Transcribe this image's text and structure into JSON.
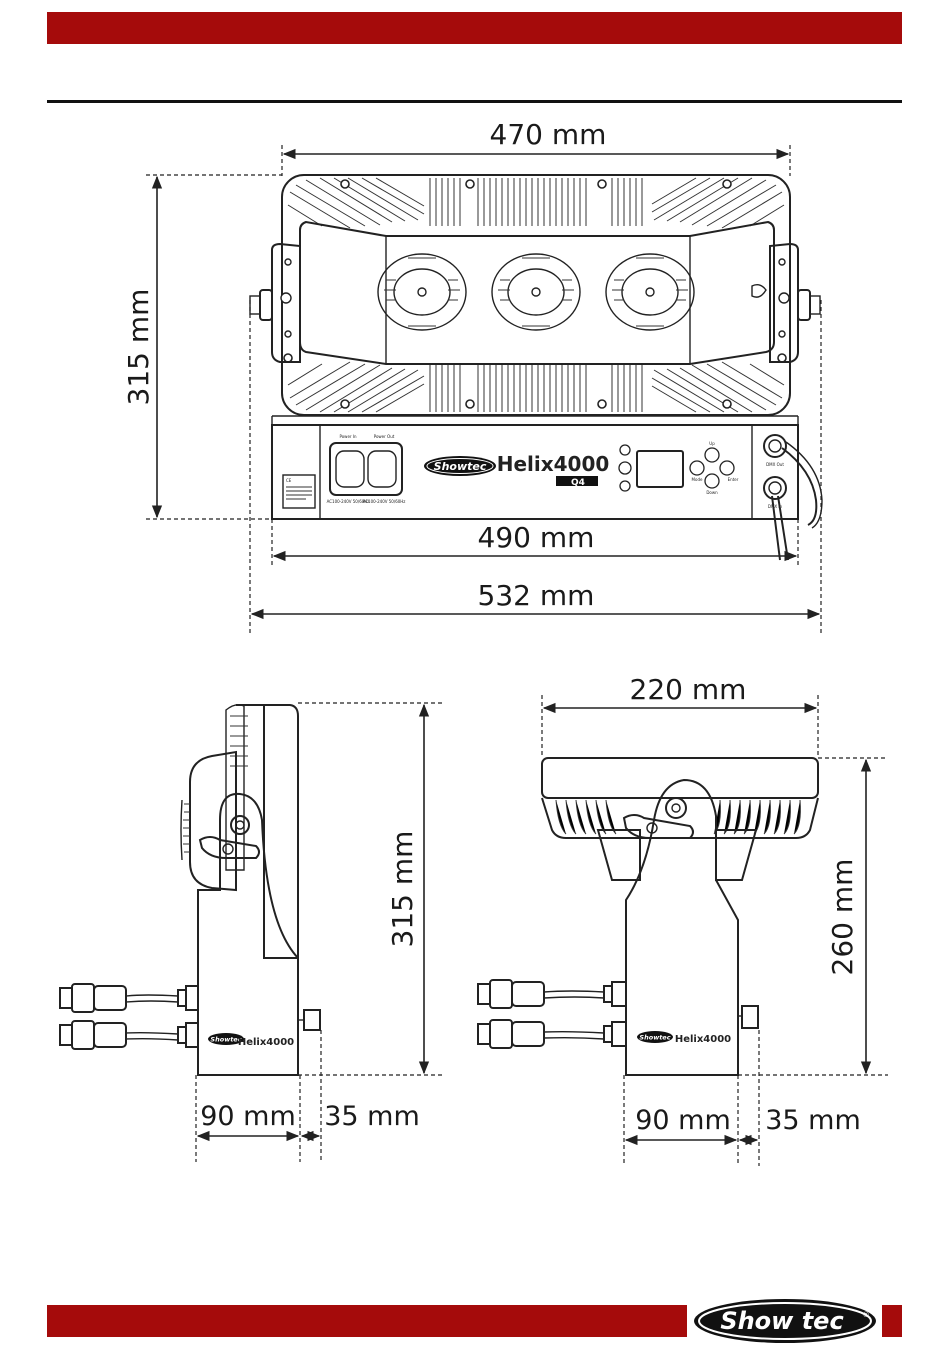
{
  "header": {
    "bar_color": "#a50b0b"
  },
  "footer": {
    "bar_color": "#a50b0b",
    "logo_text": "Show tec",
    "logo_mark": "®"
  },
  "front_view": {
    "width_top": "470 mm",
    "height": "315 mm",
    "width_body": "490 mm",
    "width_total": "532 mm",
    "panel": {
      "power_in_label": "Power In",
      "power_in_spec": "AC100-240V 50/60Hz",
      "power_out_label": "Power Out",
      "power_out_spec": "AC100-240V 50/60Hz",
      "brand": "Showtec",
      "model": "Helix4000",
      "model_sub": "Q4",
      "btn_up": "Up",
      "btn_mode": "Mode",
      "btn_enter": "Enter",
      "btn_down": "Down",
      "dmx_out": "DMX Out",
      "dmx_in": "DMX In",
      "ce_mark": "CE"
    }
  },
  "side_view": {
    "height": "315 mm",
    "depth_base": "90 mm",
    "depth_connector": "35 mm",
    "brand": "Showtec",
    "model": "Helix4000"
  },
  "top_view": {
    "width": "220 mm",
    "height": "260 mm",
    "depth_base": "90 mm",
    "depth_connector": "35 mm",
    "brand": "Showtec",
    "model": "Helix4000"
  }
}
